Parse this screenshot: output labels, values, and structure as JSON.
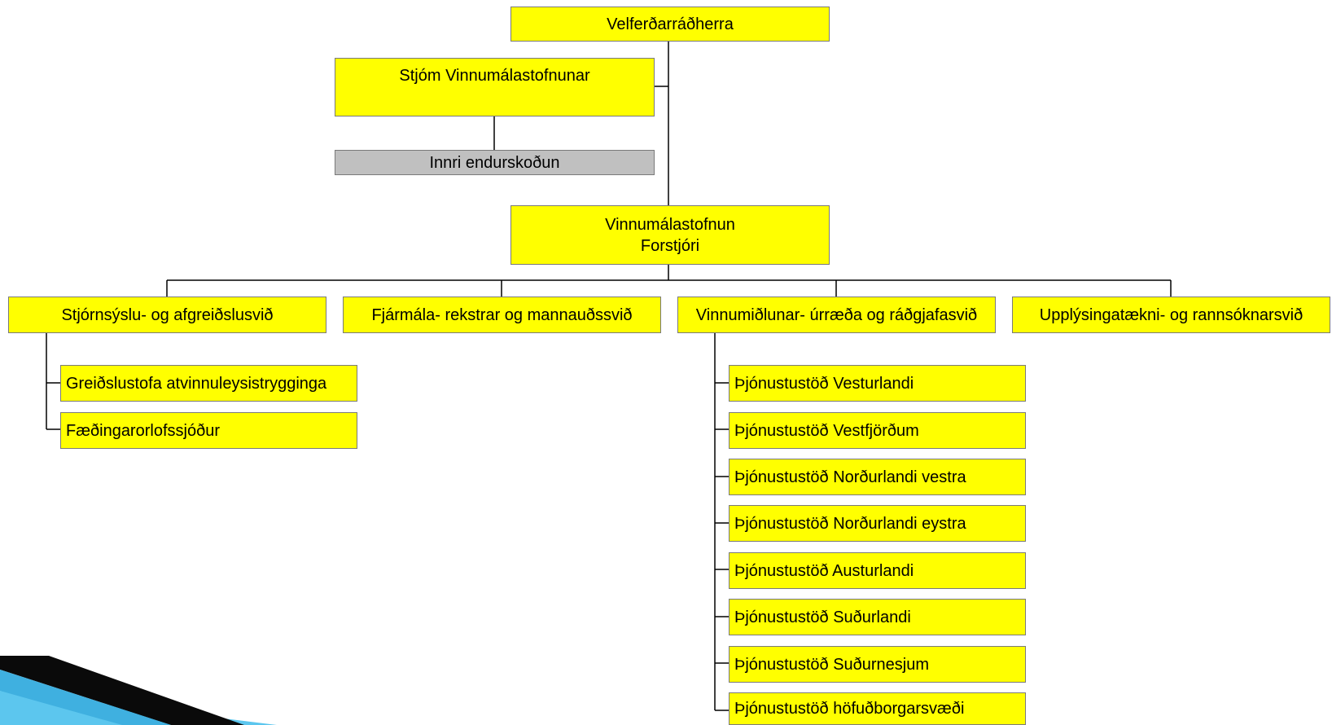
{
  "diagram": {
    "minister": "Velferðarráðherra",
    "board": "Stjóm Vinnumálastofnunar",
    "audit": "Innri endurskoðun",
    "director": {
      "line1": "Vinnumálastofnun",
      "line2": "Forstjóri"
    },
    "divisions": [
      "Stjórnsýslu- og afgreiðslusvið",
      "Fjármála- rekstrar og mannauðssvið",
      "Vinnumiðlunar- úrræða og ráðgjafasvið",
      "Upplýsingatækni- og rannsóknarsvið"
    ],
    "admin_units": [
      "Greiðslustofa atvinnuleysistrygginga",
      "Fæðingarorlofssjóður"
    ],
    "service_offices": [
      "Þjónustustöð Vesturlandi",
      "Þjónustustöð Vestfjörðum",
      "Þjónustustöð Norðurlandi vestra",
      "Þjónustustöð Norðurlandi eystra",
      "Þjónustustöð Austurlandi",
      "Þjónustustöð Suðurlandi",
      "Þjónustustöð Suðurnesjum",
      "Þjónustustöð höfuðborgarsvæði"
    ]
  },
  "colors": {
    "box_fill": "#ffff00",
    "audit_fill": "#c0c0c0",
    "connector": "#000000",
    "decor_dark": "#0a0a0a",
    "decor_light": "#5cc6ee"
  }
}
